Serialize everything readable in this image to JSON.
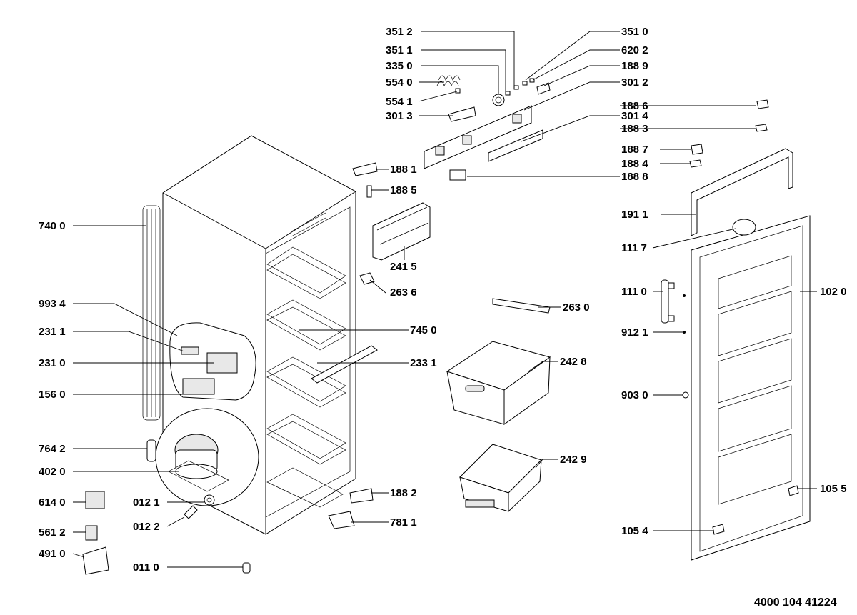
{
  "document_number": "4000 104 41224",
  "labels": {
    "l3512": "351 2",
    "l3511": "351 1",
    "l3350": "335 0",
    "l5540": "554 0",
    "l5541": "554 1",
    "l3013": "301 3",
    "l3510": "351 0",
    "l6202": "620 2",
    "l1889": "188 9",
    "l3012": "301 2",
    "l1886": "188 6",
    "l3014": "301 4",
    "l1883": "188 3",
    "l1887": "188 7",
    "l1884": "188 4",
    "l1888": "188 8",
    "l1881": "188 1",
    "l1885": "188 5",
    "l2415": "241 5",
    "l2636": "263 6",
    "l7400": "740 0",
    "l9934": "993 4",
    "l2311": "231 1",
    "l2310": "231 0",
    "l1560": "156 0",
    "l7450": "745 0",
    "l2331": "233 1",
    "l2630": "263 0",
    "l2428": "242 8",
    "l2429": "242 9",
    "l1911": "191 1",
    "l1117": "111 7",
    "l1110": "111 0",
    "l1020": "102 0",
    "l9121": "912 1",
    "l9030": "903 0",
    "l7642": "764 2",
    "l4020": "402 0",
    "l6140": "614 0",
    "l0121": "012 1",
    "l0122": "012 2",
    "l5612": "561 2",
    "l4910": "491 0",
    "l0110": "011 0",
    "l1882": "188 2",
    "l7811": "781 1",
    "l1055": "105 5",
    "l1054": "105 4"
  }
}
